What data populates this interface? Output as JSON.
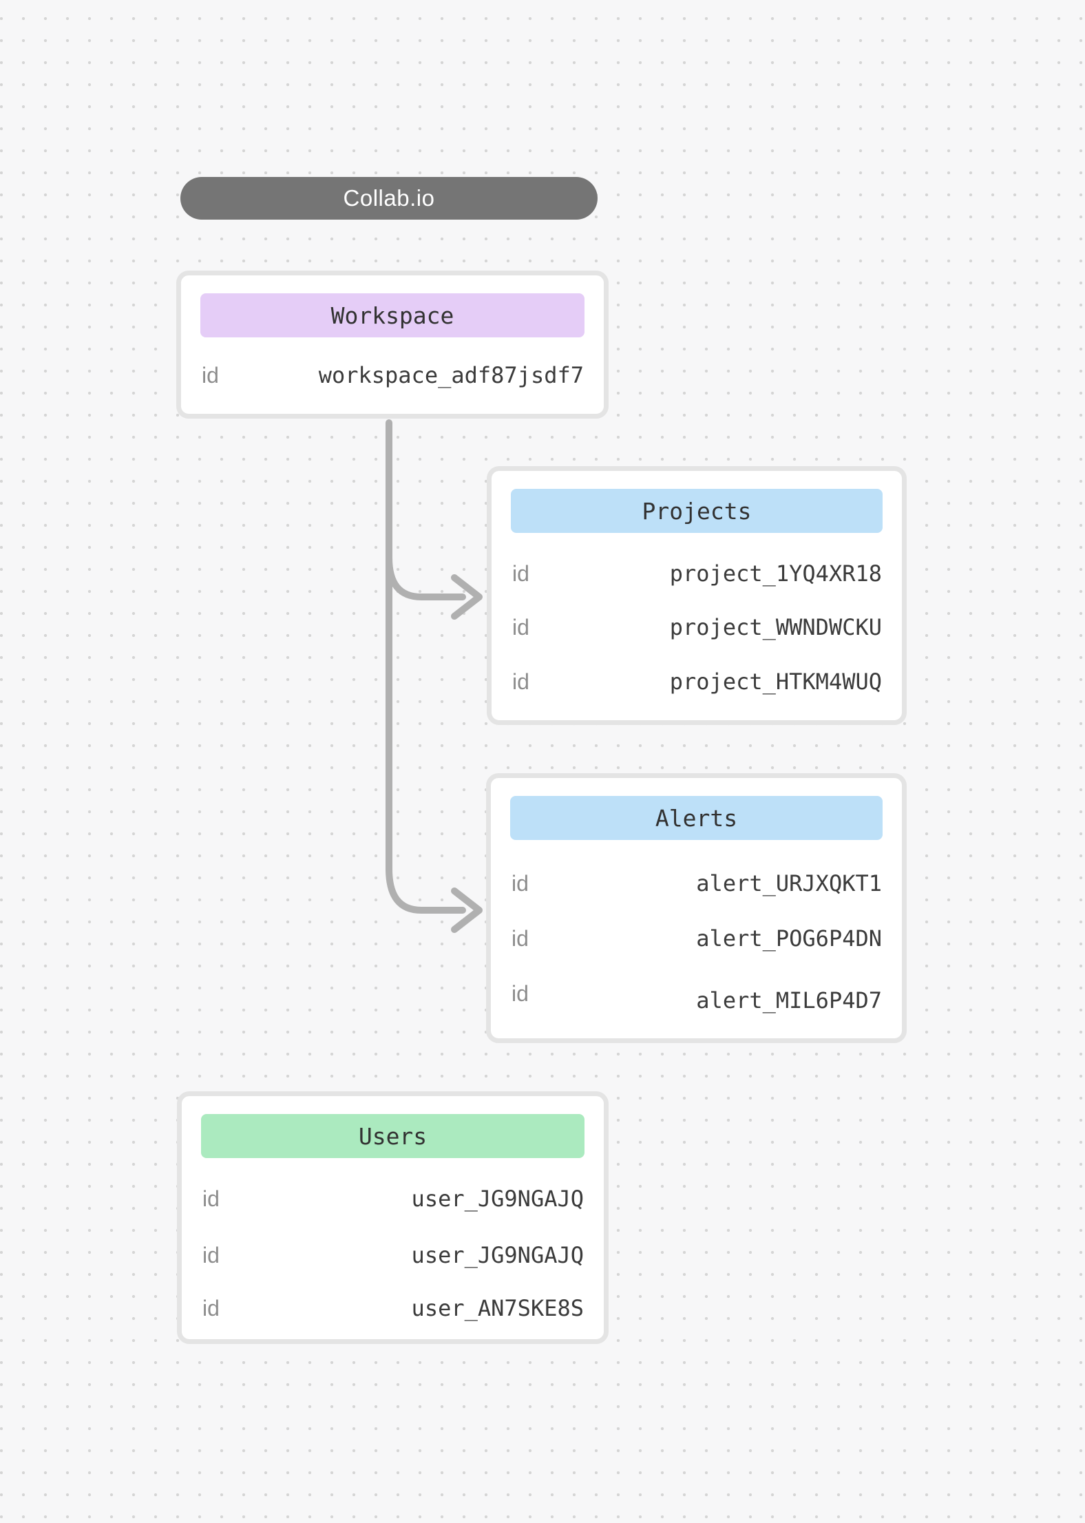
{
  "app": {
    "title": "Collab.io"
  },
  "diagram": {
    "workspace": {
      "title": "Workspace",
      "rows": [
        {
          "field": "id",
          "value": "workspace_adf87jsdf7"
        }
      ]
    },
    "projects": {
      "title": "Projects",
      "rows": [
        {
          "field": "id",
          "value": "project_1YQ4XR18"
        },
        {
          "field": "id",
          "value": "project_WWNDWCKU"
        },
        {
          "field": "id",
          "value": "project_HTKM4WUQ"
        }
      ]
    },
    "alerts": {
      "title": "Alerts",
      "rows": [
        {
          "field": "id",
          "value": "alert_URJXQKT1"
        },
        {
          "field": "id",
          "value": "alert_POG6P4DN"
        },
        {
          "field": "id",
          "value": "alert_MIL6P4D7"
        }
      ]
    },
    "users": {
      "title": "Users",
      "rows": [
        {
          "field": "id",
          "value": "user_JG9NGAJQ"
        },
        {
          "field": "id",
          "value": "user_JG9NGAJQ"
        },
        {
          "field": "id",
          "value": "user_AN7SKE8S"
        }
      ]
    }
  },
  "connections": [
    {
      "from": "workspace",
      "to": "projects"
    },
    {
      "from": "workspace",
      "to": "alerts"
    }
  ],
  "colors": {
    "canvas_bg": "#f7f7f8",
    "grid_dot": "#d5d5d5",
    "pill_bg": "#757575",
    "pill_text": "#ffffff",
    "card_bg": "#ffffff",
    "card_border": "#e4e4e4",
    "header_purple": "#e5cdf7",
    "header_blue": "#bde0f8",
    "header_green": "#abeabf",
    "connector": "#b0b0b0",
    "field_label": "#8c8c8c",
    "value_text": "#3b3b3b",
    "header_text": "#323232"
  }
}
